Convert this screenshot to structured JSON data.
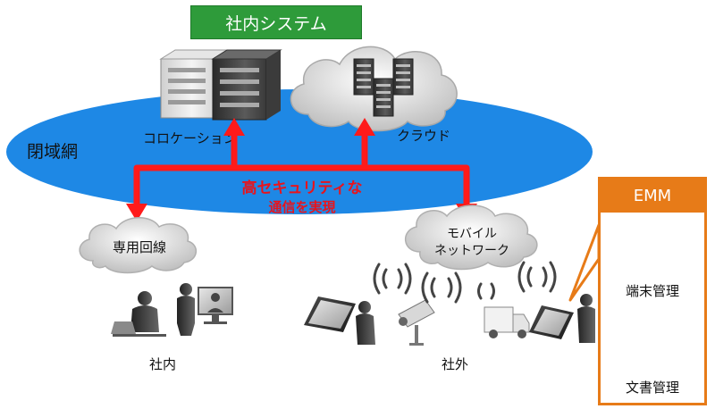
{
  "title": "社内システム",
  "network": {
    "closed_network_label": "閉域網",
    "colocation_label": "コロケーション",
    "cloud_label": "クラウド",
    "secure_comm_line1": "高セキュリティな",
    "secure_comm_line2": "通信を実現"
  },
  "branches": {
    "dedicated_line_label": "専用回線",
    "mobile_network_line1": "モバイル",
    "mobile_network_line2": "ネットワーク",
    "internal_label": "社内",
    "external_label": "社外"
  },
  "emm": {
    "heading": "EMM",
    "device_management_label": "端末管理",
    "document_management_label": "文書管理"
  },
  "colors": {
    "title_green": "#2e9b3a",
    "ellipse_blue": "#1e88e5",
    "arrow_red": "#ff1a1a",
    "emm_orange": "#e77b18",
    "text_red": "#e8141c"
  }
}
